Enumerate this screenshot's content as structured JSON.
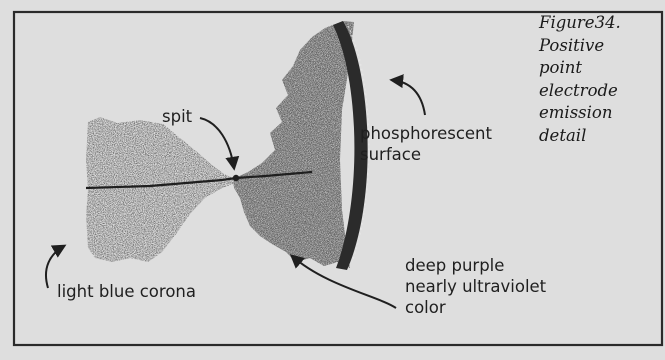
{
  "figure": {
    "caption_lines": [
      "Figure34.",
      "Positive",
      "point",
      "electrode",
      "emission",
      "detail"
    ]
  },
  "labels": {
    "spit": "spit",
    "phosphorescent": [
      "phosphorescent",
      "surface"
    ],
    "corona": "light blue corona",
    "purple": [
      "deep purple",
      "nearly ultraviolet",
      "color"
    ]
  },
  "colors": {
    "paper": "#dedede",
    "ink": "#1f1f1f"
  }
}
